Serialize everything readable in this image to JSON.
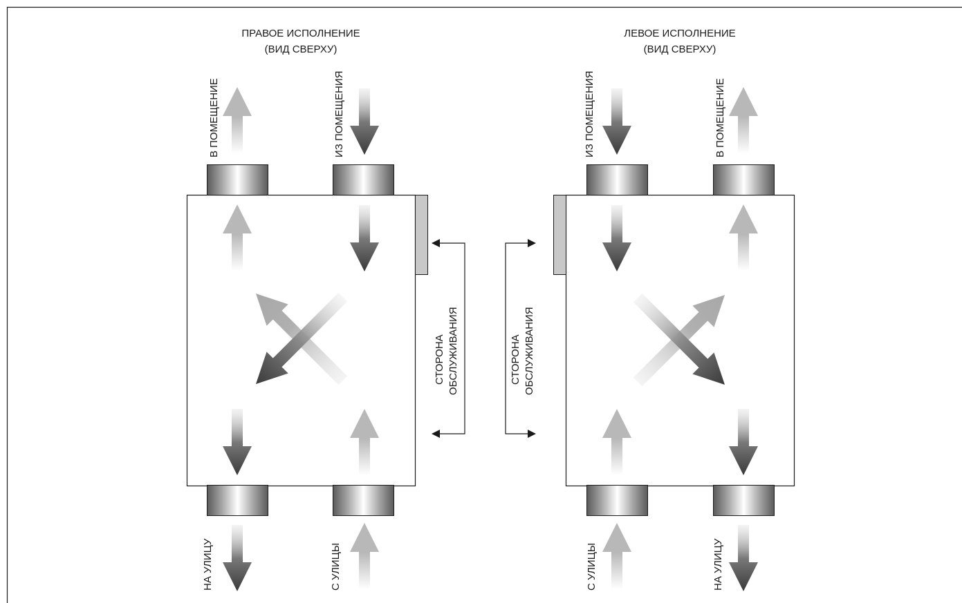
{
  "right_unit": {
    "title_line1": "ПРАВОЕ ИСПОЛНЕНИЕ",
    "title_line2": "(ВИД СВЕРХУ)",
    "label_top_left": "В ПОМЕЩЕНИЕ",
    "label_top_right": "ИЗ ПОМЕЩЕНИЯ",
    "label_bottom_left": "НА УЛИЦУ",
    "label_bottom_right": "С УЛИЦЫ",
    "service_line1": "СТОРОНА",
    "service_line2": "ОБСЛУЖИВАНИЯ"
  },
  "left_unit": {
    "title_line1": "ЛЕВОЕ ИСПОЛНЕНИЕ",
    "title_line2": "(ВИД СВЕРХУ)",
    "label_top_left": "ИЗ ПОМЕЩЕНИЯ",
    "label_top_right": "В ПОМЕЩЕНИЕ",
    "label_bottom_left": "С УЛИЦЫ",
    "label_bottom_right": "НА УЛИЦУ",
    "service_line1": "СТОРОНА",
    "service_line2": "ОБСЛУЖИВАНИЯ"
  },
  "colors": {
    "supply_air": "#b8b8b8",
    "exhaust_air": "#4a4a4a",
    "outline": "#1a1a1a",
    "service_panel": "#c8c8c8"
  }
}
